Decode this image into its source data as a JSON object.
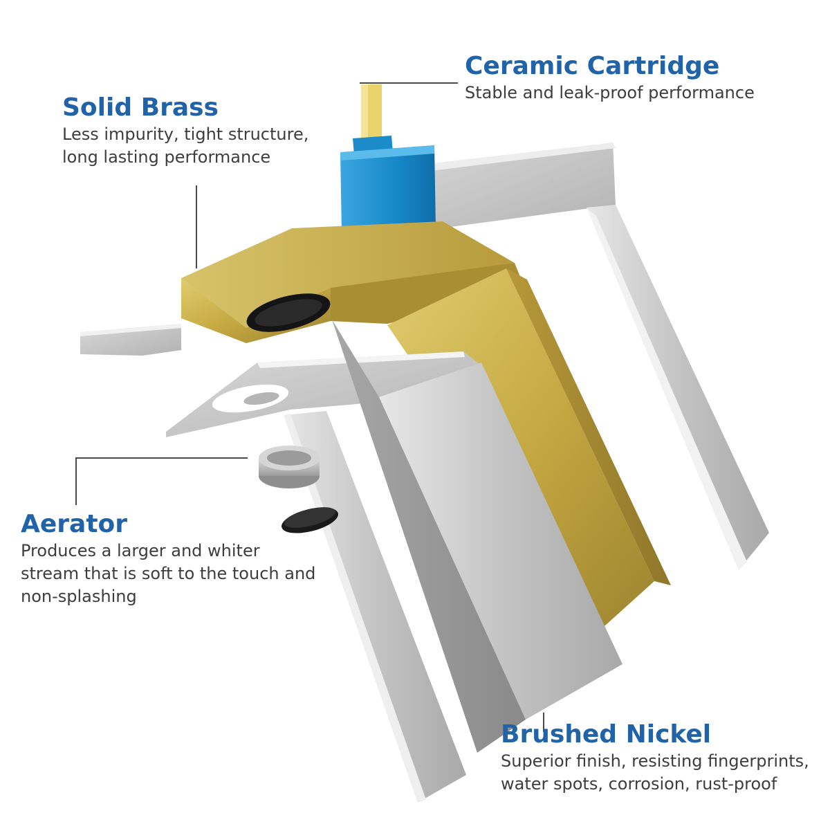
{
  "callouts": {
    "ceramic_cartridge": {
      "title": "Ceramic Cartridge",
      "desc": "Stable and leak-proof performance"
    },
    "solid_brass": {
      "title": "Solid Brass",
      "desc_line1": "Less impurity, tight structure,",
      "desc_line2": "long lasting performance"
    },
    "aerator": {
      "title": "Aerator",
      "desc_line1": "Produces a larger and whiter",
      "desc_line2": "stream that is soft to the touch and",
      "desc_line3": "non-splashing"
    },
    "brushed_nickel": {
      "title": "Brushed Nickel",
      "desc_line1": "Superior finish, resisting fingerprints,",
      "desc_line2": "water spots, corrosion, rust-proof"
    }
  },
  "colors": {
    "title_blue": "#2163a8",
    "gold": "#c9ad48",
    "nickel": "#c7c7c7",
    "cartridge_blue": "#1a8fd0"
  }
}
